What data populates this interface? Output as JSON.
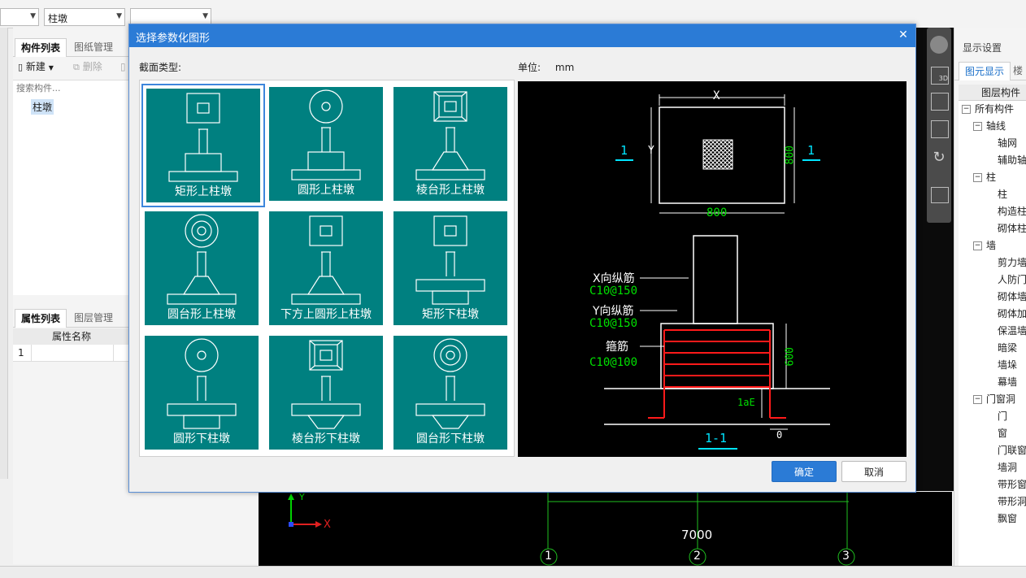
{
  "topbar": {
    "combo2_value": "柱墩"
  },
  "left_panel": {
    "tabs_top": [
      "构件列表",
      "图纸管理"
    ],
    "toolbar": {
      "new_label": "新建",
      "delete_label": "删除"
    },
    "search_placeholder": "搜索构件...",
    "tree_item": "柱墩",
    "tabs_bottom": [
      "属性列表",
      "图层管理"
    ],
    "prop_header": "属性名称",
    "prop_row_index": "1"
  },
  "right_panel": {
    "title": "显示设置",
    "tabs": [
      "图元显示",
      "楼"
    ],
    "header": "图层构件",
    "tree": [
      {
        "label": "所有构件",
        "level": 0,
        "toggle": "−"
      },
      {
        "label": "轴线",
        "level": 1,
        "toggle": "−"
      },
      {
        "label": "轴网",
        "level": 2
      },
      {
        "label": "辅助轴线",
        "level": 2
      },
      {
        "label": "柱",
        "level": 1,
        "toggle": "−"
      },
      {
        "label": "柱",
        "level": 2
      },
      {
        "label": "构造柱",
        "level": 2
      },
      {
        "label": "砌体柱",
        "level": 2
      },
      {
        "label": "墙",
        "level": 1,
        "toggle": "−"
      },
      {
        "label": "剪力墙",
        "level": 2
      },
      {
        "label": "人防门框",
        "level": 2
      },
      {
        "label": "砌体墙",
        "level": 2
      },
      {
        "label": "砌体加筋",
        "level": 2
      },
      {
        "label": "保温墙",
        "level": 2
      },
      {
        "label": "暗梁",
        "level": 2
      },
      {
        "label": "墙垛",
        "level": 2
      },
      {
        "label": "幕墙",
        "level": 2
      },
      {
        "label": "门窗洞",
        "level": 1,
        "toggle": "−"
      },
      {
        "label": "门",
        "level": 2
      },
      {
        "label": "窗",
        "level": 2
      },
      {
        "label": "门联窗",
        "level": 2
      },
      {
        "label": "墙洞",
        "level": 2
      },
      {
        "label": "带形窗",
        "level": 2
      },
      {
        "label": "带形洞",
        "level": 2
      },
      {
        "label": "飘窗",
        "level": 2
      }
    ]
  },
  "canvas": {
    "dimension": "7000",
    "axis_labels": [
      "1",
      "2",
      "3"
    ],
    "coord_x": "X",
    "coord_y": "Y"
  },
  "dialog": {
    "title": "选择参数化图形",
    "section_label": "截面类型:",
    "unit_label": "单位:",
    "unit_value": "mm",
    "shapes": [
      {
        "label": "矩形上柱墩",
        "kind": "rect-up",
        "selected": true
      },
      {
        "label": "圆形上柱墩",
        "kind": "circle-up"
      },
      {
        "label": "棱台形上柱墩",
        "kind": "frustum-up"
      },
      {
        "label": "圆台形上柱墩",
        "kind": "cone-up"
      },
      {
        "label": "下方上圆形上柱墩",
        "kind": "sqcircle-up"
      },
      {
        "label": "矩形下柱墩",
        "kind": "rect-down"
      },
      {
        "label": "圆形下柱墩",
        "kind": "circle-down"
      },
      {
        "label": "棱台形下柱墩",
        "kind": "frustum-down"
      },
      {
        "label": "圆台形下柱墩",
        "kind": "cone-down"
      }
    ],
    "preview": {
      "x_label": "X",
      "y_label": "Y",
      "dim_800_h": "800",
      "dim_800_v": "800",
      "section_left": "1",
      "section_right": "1",
      "x_bar": "X向纵筋",
      "x_bar_spec": "C10@150",
      "y_bar": "Y向纵筋",
      "y_bar_spec": "C10@150",
      "stirrup": "箍筋",
      "stirrup_spec": "C10@100",
      "dim_600": "600",
      "dim_1ae": "1aE",
      "dim_0": "0",
      "section_name": "1-1"
    },
    "ok_label": "确定",
    "cancel_label": "取消"
  },
  "colors": {
    "teal": "#008080",
    "dialog_title": "#2b7bd6",
    "dim_green": "#00e000",
    "cyan": "#00e5ff",
    "rebar_red": "#ff1a1a"
  }
}
